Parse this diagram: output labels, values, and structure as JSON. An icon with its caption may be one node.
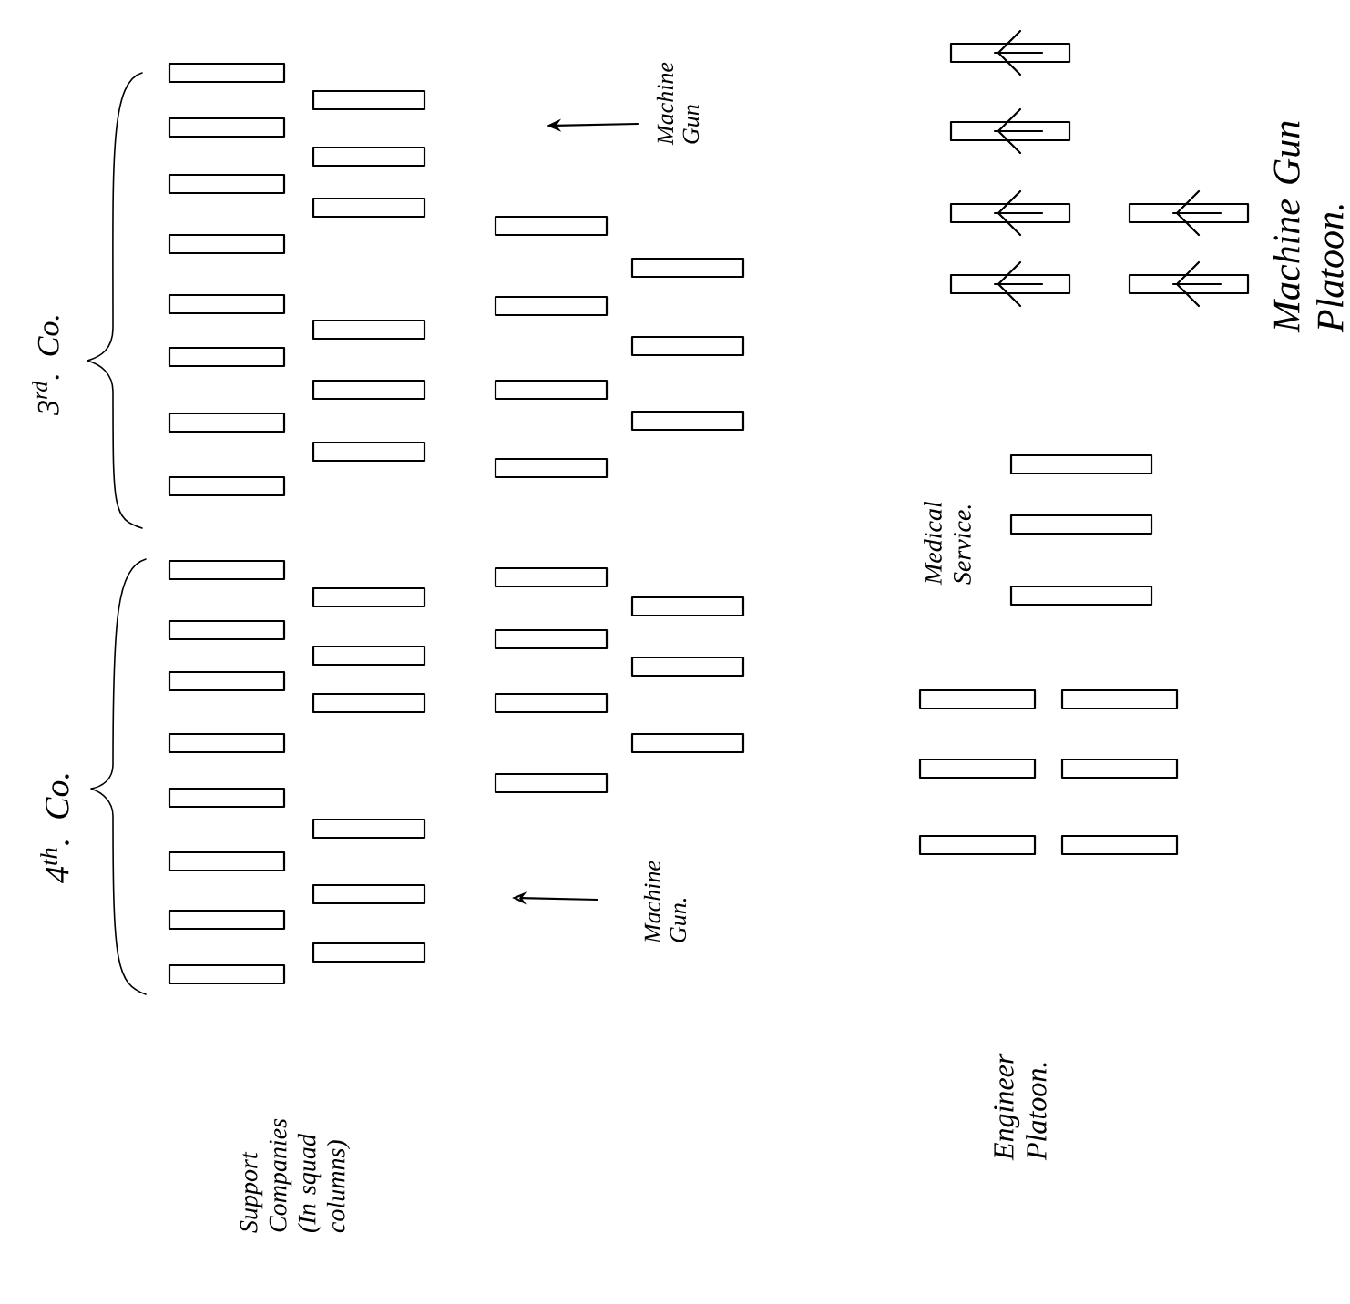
{
  "diagram": {
    "labels": [
      "3$^{rd}$. Co.",
      "Machine Gun",
      "Machine Gun Platoon.",
      "Medical Service.",
      "4$^{th}$. Co.",
      "Machine Gun.",
      "Support Companies (In squad columns)",
      "Engineer Platoon."
    ]
  }
}
